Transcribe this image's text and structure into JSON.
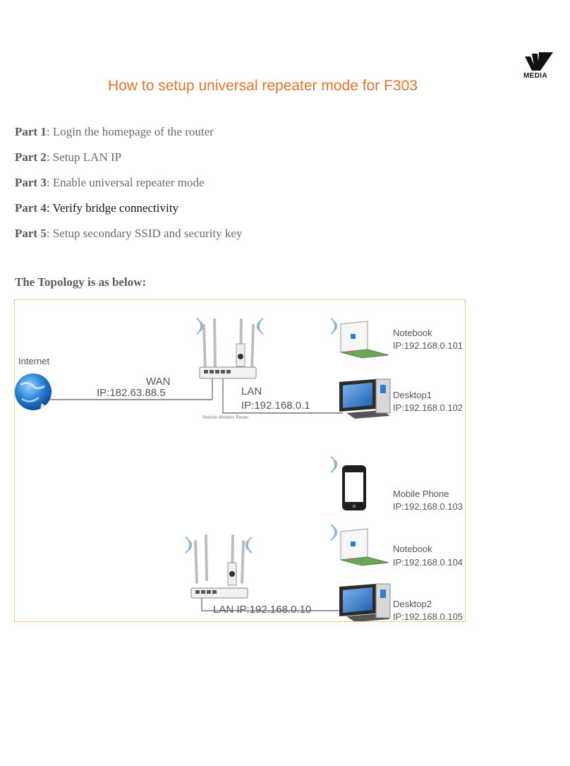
{
  "logo": {
    "text": "MEDIA",
    "icon": "vm-media-logo-icon"
  },
  "title": "How to setup universal repeater mode for F303",
  "parts": [
    {
      "label": "Part 1",
      "text": ": Login the homepage of the router"
    },
    {
      "label": "Part 2",
      "text": ": Setup LAN IP"
    },
    {
      "label": "Part 3",
      "text": ": Enable universal repeater mode"
    },
    {
      "label": "Part 4",
      "text": ": Verify bridge connectivity"
    },
    {
      "label": "Part 5",
      "text": ": Setup secondary SSID and security key"
    }
  ],
  "topology_heading": "The Topology is as below:",
  "diagram": {
    "internet": "Internet",
    "wan": {
      "label": "WAN",
      "ip": "IP:182.63.88.5"
    },
    "lan": {
      "label": "LAN",
      "ip": "IP:192.168.0.1"
    },
    "remote_router": "Remote Wireless Router",
    "repeater_lan": "LAN IP:192.168.0.10",
    "devices": [
      {
        "name": "Notebook",
        "ip": "IP:192.168.0.101"
      },
      {
        "name": "Desktop1",
        "ip": "IP:192.168.0.102"
      },
      {
        "name": "Mobile Phone",
        "ip": "IP:192.168.0.103"
      },
      {
        "name": "Notebook",
        "ip": "IP:192.168.0.104"
      },
      {
        "name": "Desktop2",
        "ip": "IP:192.168.0.105"
      }
    ],
    "colors": {
      "border": "#f0c58c",
      "title": "#e8742a",
      "globe": "#1e78c8",
      "screen": "#1e5fb4",
      "keyboard": "#4a8a3a"
    }
  }
}
